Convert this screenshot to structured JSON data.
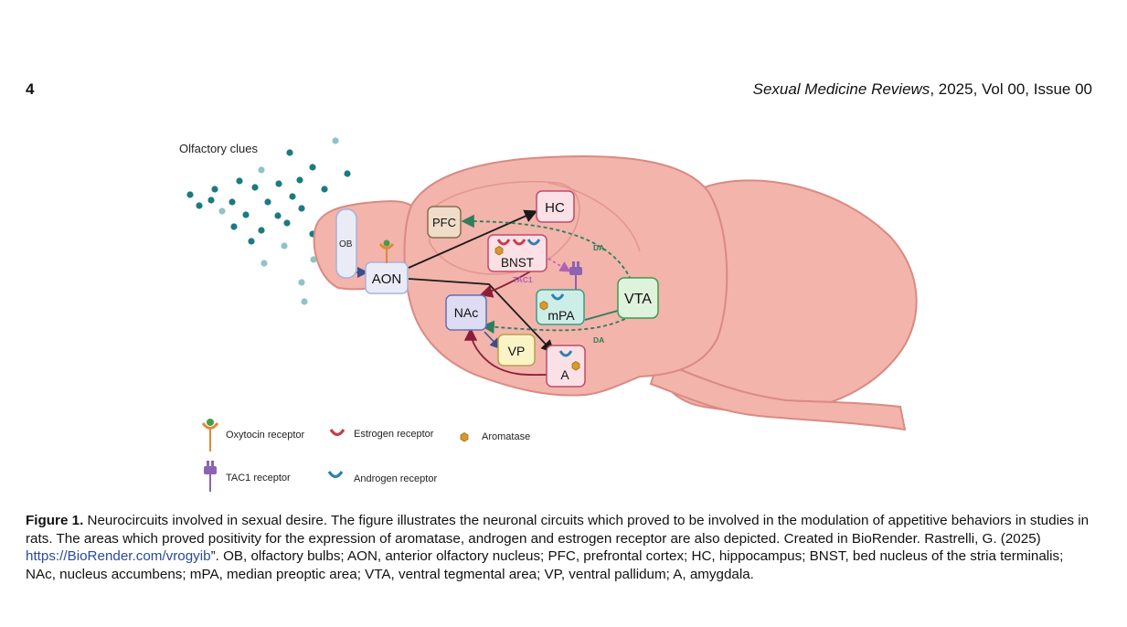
{
  "header": {
    "page_number": "4",
    "journal": "Sexual Medicine Reviews",
    "volume_info": ", 2025, Vol 00, Issue 00"
  },
  "figure": {
    "olfactory_label": "Olfactory clues",
    "regions": {
      "ob": "OB",
      "aon": "AON",
      "pfc": "PFC",
      "hc": "HC",
      "bnst": "BNST",
      "nac": "NAc",
      "mpa": "mPA",
      "vta": "VTA",
      "vp": "VP",
      "a": "A"
    },
    "pathway_labels": {
      "tac1": "TAC1",
      "da_upper": "DA",
      "da_lower": "DA"
    },
    "legend": {
      "oxytocin": "Oxytocin receptor",
      "estrogen": "Estrogen receptor",
      "aromatase": "Aromatase",
      "tac1": "TAC1 receptor",
      "androgen": "Androgen receptor"
    },
    "colors": {
      "brain": "#f2b4ab",
      "brain_outline": "#d98a83",
      "dots_dark": "#1b7b80",
      "dots_light": "#8fc4c6",
      "estrogen": "#c93b4c",
      "androgen": "#2f7fb5",
      "aromatase": "#d69a2e",
      "oxytocin": "#e0883a",
      "tac1": "#8e62b3",
      "da_arrow": "#2e7d5b"
    }
  },
  "caption": {
    "label": "Figure 1.",
    "text_before_link": " Neurocircuits involved in sexual desire. The figure illustrates the neuronal circuits which proved to be involved in the modulation of appetitive behaviors in studies in rats. The areas which proved positivity for the expression of aromatase, androgen and estrogen receptor are also depicted. Created in BioRender. Rastrelli, G. (2025) ",
    "link": "https://BioRender.com/vrogyib",
    "text_after_link": "”. OB, olfactory bulbs; AON, anterior olfactory nucleus; PFC, prefrontal cortex; HC, hippocampus; BNST, bed nucleus of the stria terminalis; NAc, nucleus accumbens; mPA, median preoptic area; VTA, ventral tegmental area; VP, ventral pallidum; A, amygdala."
  }
}
